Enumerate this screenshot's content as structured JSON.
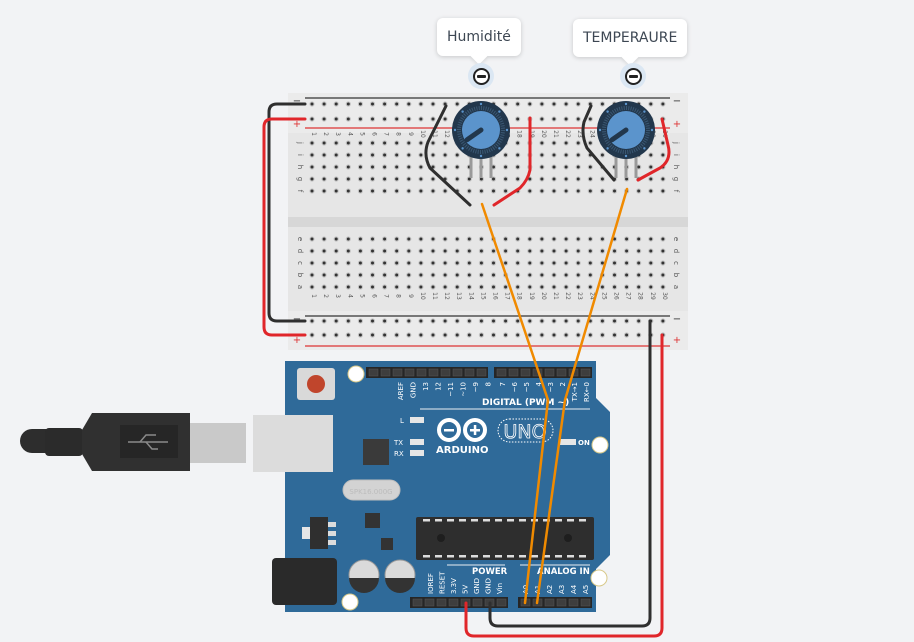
{
  "components": {
    "pot_humidity": {
      "label": "Humidité",
      "remove_icon": "minus-circle-icon"
    },
    "pot_temperature": {
      "label": "TEMPERAURE",
      "remove_icon": "minus-circle-icon"
    }
  },
  "breadboard": {
    "columns": [
      "1",
      "2",
      "3",
      "4",
      "5",
      "6",
      "7",
      "8",
      "9",
      "10",
      "11",
      "12",
      "13",
      "14",
      "15",
      "16",
      "17",
      "18",
      "19",
      "20",
      "21",
      "22",
      "23",
      "24",
      "25",
      "26",
      "27",
      "28",
      "29",
      "30"
    ],
    "rows_top": [
      "j",
      "i",
      "h",
      "g",
      "f"
    ],
    "rows_bottom": [
      "e",
      "d",
      "c",
      "b",
      "a"
    ],
    "rail_minus": "−",
    "rail_plus": "+"
  },
  "arduino": {
    "brand": "ARDUINO",
    "model": "UNO",
    "digital_label": "DIGITAL (PWM ~)",
    "digital_pins": [
      "AREF",
      "GND",
      "13",
      "12",
      "~11",
      "~10",
      "~9",
      "8",
      "7",
      "~6",
      "~5",
      "4",
      "~3",
      "2",
      "TX→1",
      "RX←0"
    ],
    "power_label": "POWER",
    "power_pins": [
      "IOREF",
      "RESET",
      "3.3V",
      "5V",
      "GND",
      "GND",
      "Vin"
    ],
    "analog_label": "ANALOG IN",
    "analog_pins": [
      "A0",
      "A1",
      "A2",
      "A3",
      "A4",
      "A5"
    ],
    "led_labels": {
      "l": "L",
      "tx": "TX",
      "rx": "RX",
      "on": "ON"
    },
    "crystal_label": "SPK16.000G"
  },
  "colors": {
    "board_blue": "#2f6a99",
    "wire_red": "#e0262a",
    "wire_black": "#2f2f2f",
    "wire_orange": "#f08a00",
    "pot_blue": "#5b94cc",
    "pot_ring": "#22374c"
  }
}
